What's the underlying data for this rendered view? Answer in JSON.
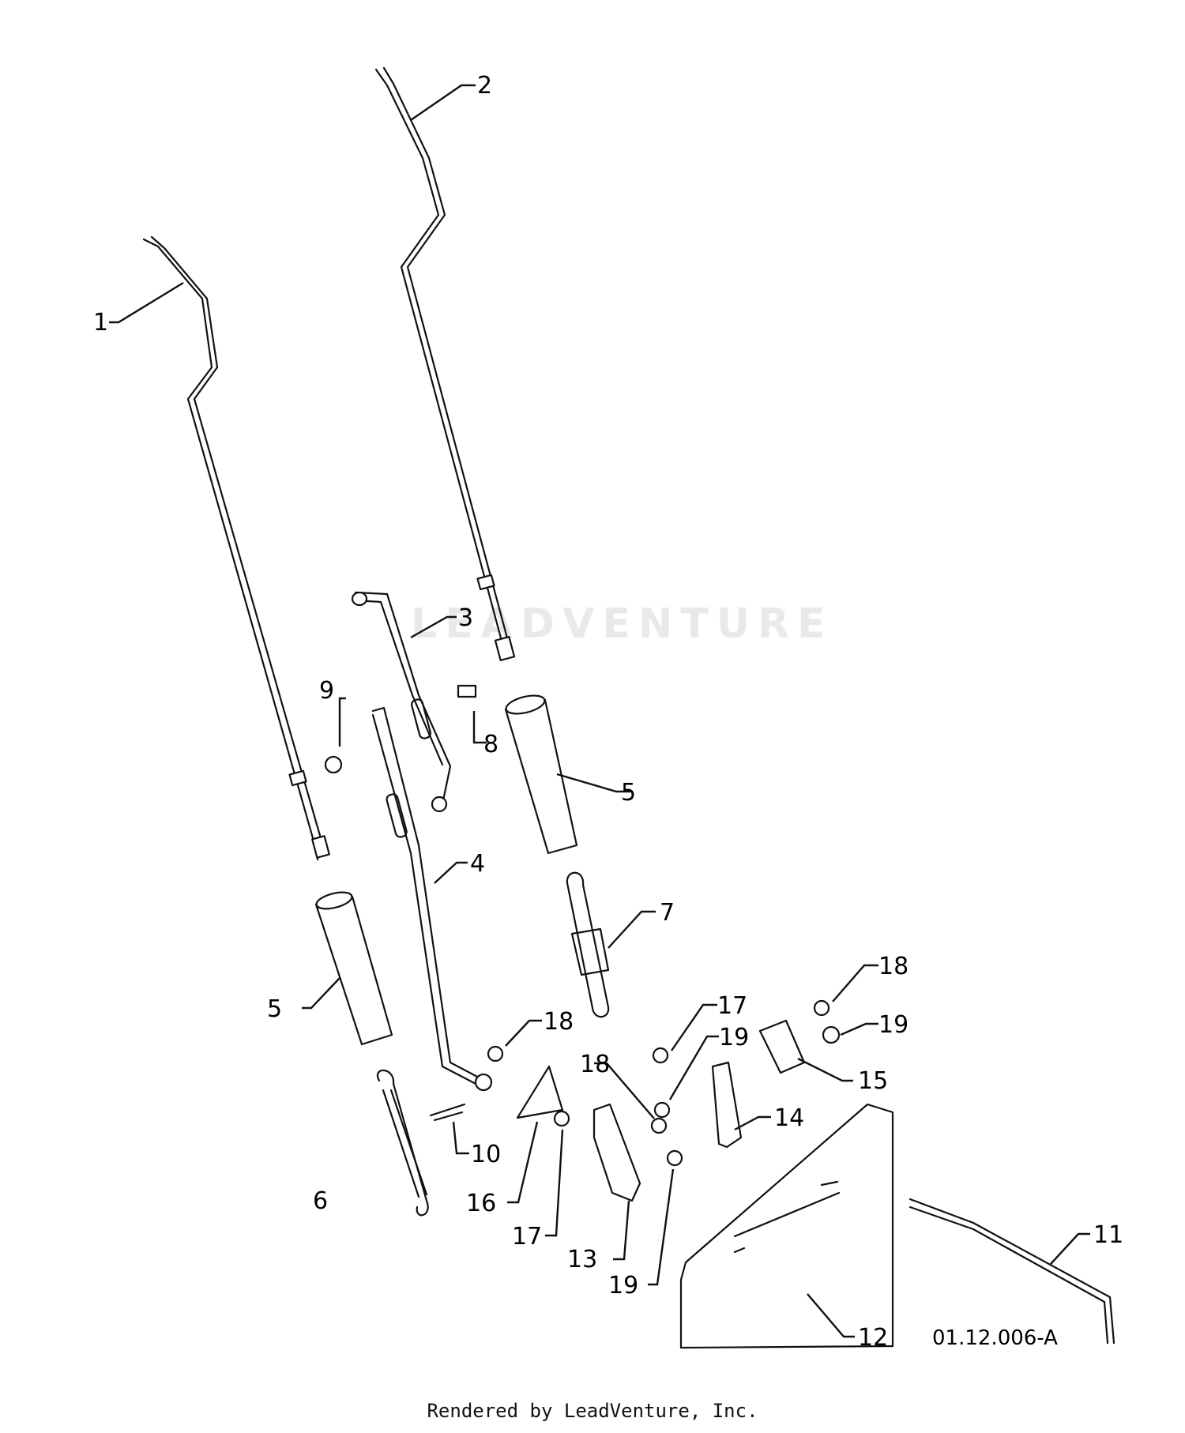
{
  "diagram": {
    "callouts": [
      "1",
      "2",
      "3",
      "4",
      "5",
      "5",
      "6",
      "7",
      "8",
      "9",
      "10",
      "11",
      "12",
      "13",
      "14",
      "15",
      "16",
      "17",
      "17",
      "18",
      "18",
      "18",
      "19",
      "19",
      "19"
    ],
    "document_id": "01.12.006-A"
  },
  "footer": {
    "text": "Rendered by LeadVenture, Inc."
  },
  "watermark": {
    "text": "LEADVENTURE"
  }
}
